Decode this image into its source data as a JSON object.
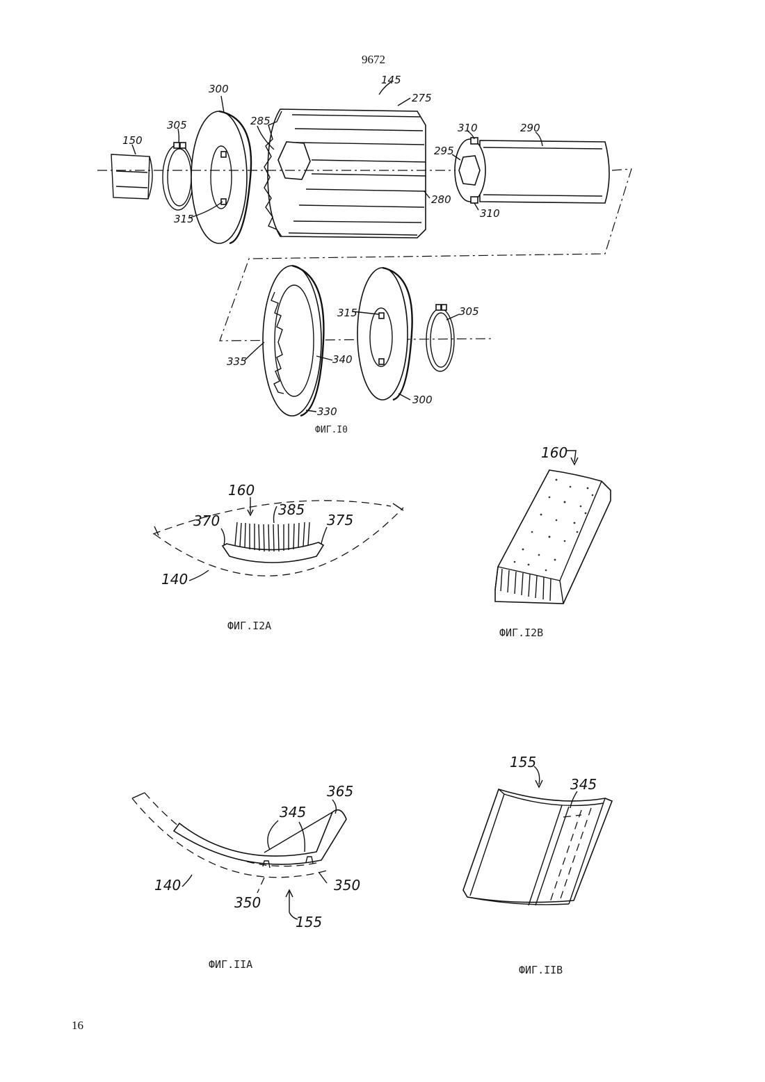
{
  "page": {
    "top_number": "9672",
    "bottom_number": "16"
  },
  "fig10": {
    "caption": "ФИГ.I0",
    "labels": {
      "l145": "145",
      "l275": "275",
      "l300a": "300",
      "l305a": "305",
      "l150": "150",
      "l285": "285",
      "l310a": "310",
      "l290": "290",
      "l295": "295",
      "l280": "280",
      "l310b": "310",
      "l315a": "315",
      "l315b": "315",
      "l305b": "305",
      "l335": "335",
      "l340": "340",
      "l330": "330",
      "l300b": "300"
    }
  },
  "fig12a": {
    "caption": "ФИГ.I2A",
    "labels": {
      "l160": "160",
      "l370": "370",
      "l385": "385",
      "l375": "375",
      "l140": "140"
    }
  },
  "fig12b": {
    "caption": "ФИГ.I2B",
    "labels": {
      "l160": "160"
    }
  },
  "fig11a": {
    "caption": "ФИГ.IIA",
    "labels": {
      "l365": "365",
      "l345": "345",
      "l140": "140",
      "l350a": "350",
      "l350b": "350",
      "l155": "155"
    }
  },
  "fig11b": {
    "caption": "ФИГ.IIB",
    "labels": {
      "l155": "155",
      "l345": "345"
    }
  }
}
